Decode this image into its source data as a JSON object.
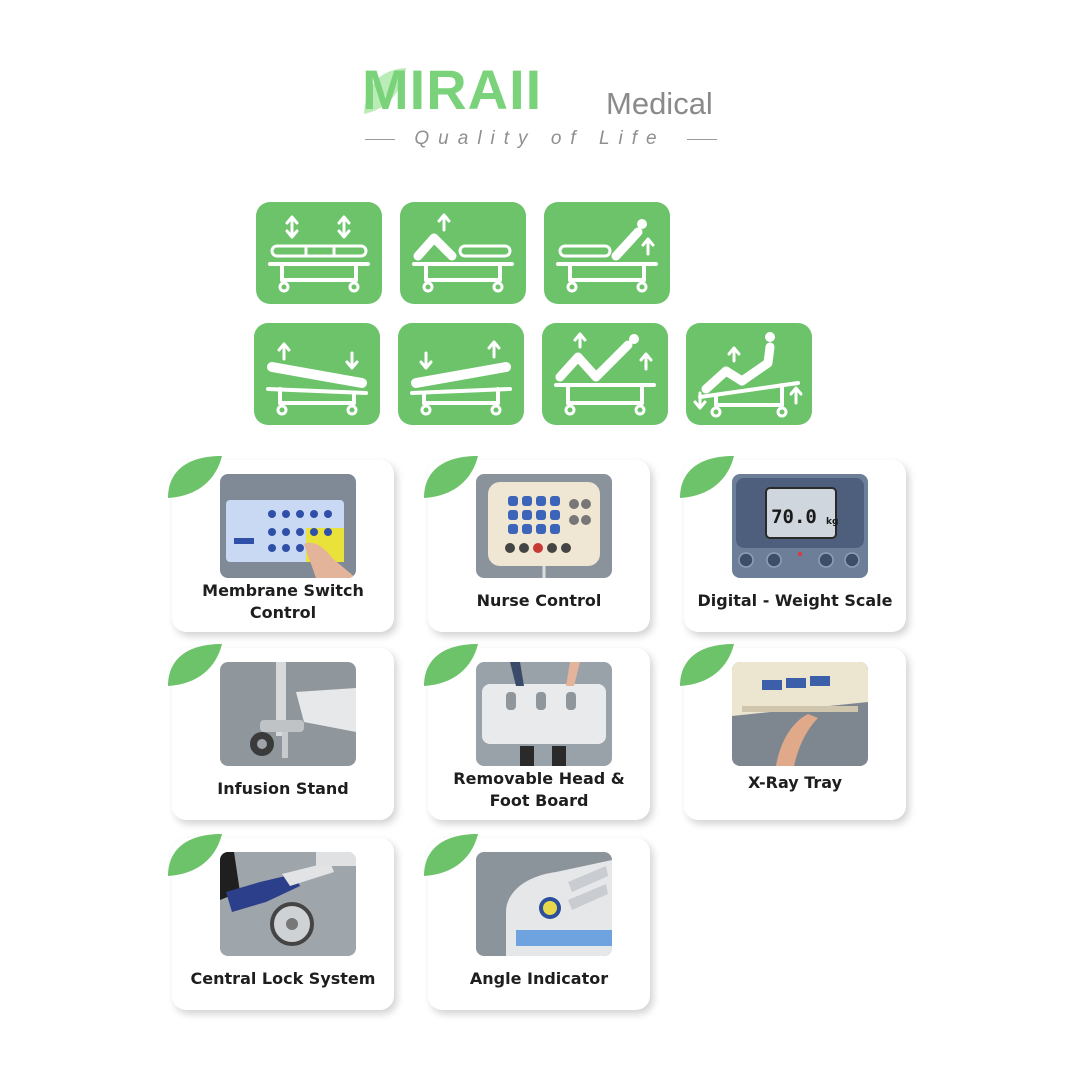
{
  "brand": {
    "name": "MIRAII",
    "suffix": "Medical",
    "tagline": "Quality of Life",
    "accent_color": "#7ad37a"
  },
  "positions": [
    {
      "icon": "bed-height-adjust-icon"
    },
    {
      "icon": "bed-backrest-raise-icon"
    },
    {
      "icon": "bed-leg-raise-icon"
    },
    {
      "icon": "bed-trendelenburg-icon"
    },
    {
      "icon": "bed-reverse-trendelenburg-icon"
    },
    {
      "icon": "bed-cardiac-chair-icon"
    },
    {
      "icon": "bed-chair-tilt-icon"
    }
  ],
  "features": [
    {
      "label": "Membrane Switch Control"
    },
    {
      "label": "Nurse Control"
    },
    {
      "label": "Digital - Weight Scale",
      "display_value": "70.0",
      "display_unit": "kg"
    },
    {
      "label": "Infusion Stand"
    },
    {
      "label": "Removable Head & Foot Board"
    },
    {
      "label": "X-Ray Tray"
    },
    {
      "label": "Central Lock System"
    },
    {
      "label": "Angle Indicator"
    }
  ]
}
